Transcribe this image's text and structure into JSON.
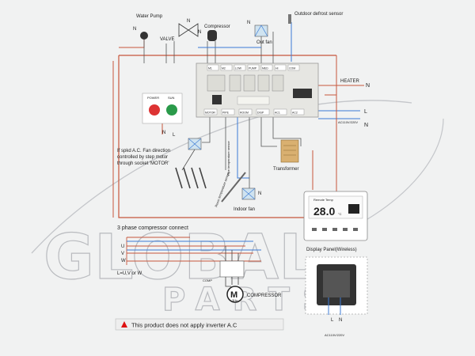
{
  "colors": {
    "wire_red": "#c7563c",
    "wire_blue": "#3c7bd6",
    "board": "#e6e6e2",
    "warning_red": "#d11",
    "watermark": "#b9bbbf"
  },
  "labels": {
    "water_pump": "Water Pump",
    "valve": "VALVE",
    "compressor_top": "Compressor",
    "out_fan": "Out fan",
    "outdoor_defrost": "Outdoor defrost sensor",
    "heater": "HEATER",
    "n": "N",
    "l": "L",
    "ac_supply": "AC110V/220V",
    "ac_supply_display": "AC110V/220V",
    "power": "POWER",
    "sun": "SUN",
    "fan_note": [
      "If spkd A.C. Fan direction",
      "controlled by step motor",
      "through socket 'MOTOR'"
    ],
    "pipe_temp": "Pipe temperature sensor",
    "room_temp": "Room temperature sensor",
    "indoor_fan": "Indoor fan",
    "transformer": "Transformer",
    "three_phase": "3 phase compressor connect",
    "luvw": "L=U,V or W",
    "comp": "COMP",
    "m": "M",
    "m_sub": "3Hp",
    "compressor_motor": "COMPRESSOR",
    "warning": "This product does not apply inverter A.C",
    "display_panel": "Display Panel(Wireless)",
    "display_temp": "28.0",
    "display_unit": "°C",
    "display_top": "Remote Temp",
    "u": "U",
    "v": "V",
    "w": "W",
    "watermark_global": "GLOBAL",
    "watermark_parts": "PARTS"
  },
  "board_terminals": [
    "M1",
    "M2",
    "LOW",
    "PUMP",
    "MED",
    "HI",
    "COM"
  ],
  "board_ports": [
    "MOTOR",
    "PIPE",
    "ROOM",
    "DISP",
    "AC1",
    "AC2"
  ]
}
